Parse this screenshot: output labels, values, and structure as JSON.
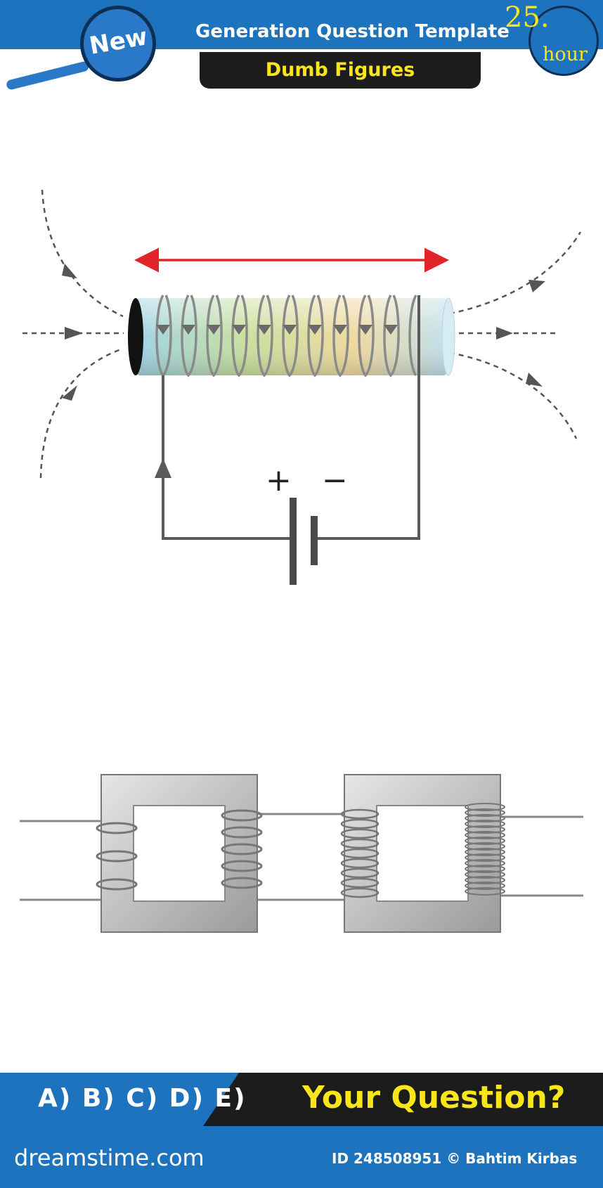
{
  "header": {
    "title": "Generation Question Template",
    "subtitle": "Dumb Figures",
    "badge": "New",
    "clock_number": "25.",
    "clock_unit": "hour"
  },
  "circuit": {
    "plus": "+",
    "minus": "−"
  },
  "footer": {
    "answers": "A) B) C) D) E)",
    "question": "Your Question?"
  },
  "watermark": {
    "logo": "dreamstime.com",
    "credit": "ID 248508951 © Bahtim Kirbas"
  },
  "colors": {
    "brand_blue": "#1e73be",
    "dark": "#1c1c1c",
    "yellow": "#f9e51a",
    "arrow_red": "#e0242a"
  }
}
